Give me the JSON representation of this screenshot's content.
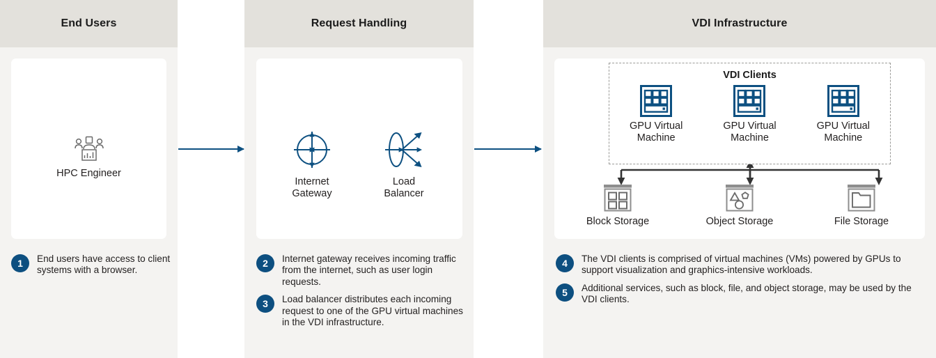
{
  "columns": [
    {
      "id": "end-users",
      "title": "End Users"
    },
    {
      "id": "request-handling",
      "title": "Request Handling"
    },
    {
      "id": "vdi-infrastructure",
      "title": "VDI Infrastructure"
    }
  ],
  "end_users": {
    "node": {
      "label": "HPC Engineer",
      "icon": "hpc-engineer-icon"
    }
  },
  "request_handling": {
    "nodes": [
      {
        "label": "Internet\nGateway",
        "icon": "internet-gateway-icon"
      },
      {
        "label": "Load\nBalancer",
        "icon": "load-balancer-icon"
      }
    ]
  },
  "vdi": {
    "clients_group_title": "VDI Clients",
    "vms": [
      {
        "label": "GPU Virtual\nMachine",
        "icon": "gpu-virtual-machine-icon"
      },
      {
        "label": "GPU Virtual\nMachine",
        "icon": "gpu-virtual-machine-icon"
      },
      {
        "label": "GPU Virtual\nMachine",
        "icon": "gpu-virtual-machine-icon"
      }
    ],
    "storage": [
      {
        "label": "Block Storage",
        "icon": "block-storage-icon"
      },
      {
        "label": "Object Storage",
        "icon": "object-storage-icon"
      },
      {
        "label": "File Storage",
        "icon": "file-storage-icon"
      }
    ]
  },
  "captions": {
    "end_users": [
      {
        "number": "1",
        "text": "End users have access to client systems with a browser."
      }
    ],
    "request_handling": [
      {
        "number": "2",
        "text": "Internet gateway receives incoming traffic from the internet, such as user login requests."
      },
      {
        "number": "3",
        "text": "Load balancer distributes each incoming request to one of the GPU virtual machines in the VDI infrastructure."
      }
    ],
    "vdi": [
      {
        "number": "4",
        "text": "The VDI clients is comprised of virtual machines (VMs) powered by GPUs to support visualization and graphics-intensive workloads."
      },
      {
        "number": "5",
        "text": "Additional services, such as block, file, and object storage, may be used by the VDI clients."
      }
    ]
  },
  "flow_arrows": [
    {
      "name": "end-users-to-request-handling"
    },
    {
      "name": "request-handling-to-vdi"
    }
  ],
  "colors": {
    "header_bg": "#e3e1dc",
    "column_bg": "#f4f3f1",
    "card_bg": "#ffffff",
    "accent_blue": "#0d5081",
    "badge_blue": "#0d4f80",
    "connector_gray": "#333333",
    "icon_gray": "#6b6b6b"
  }
}
